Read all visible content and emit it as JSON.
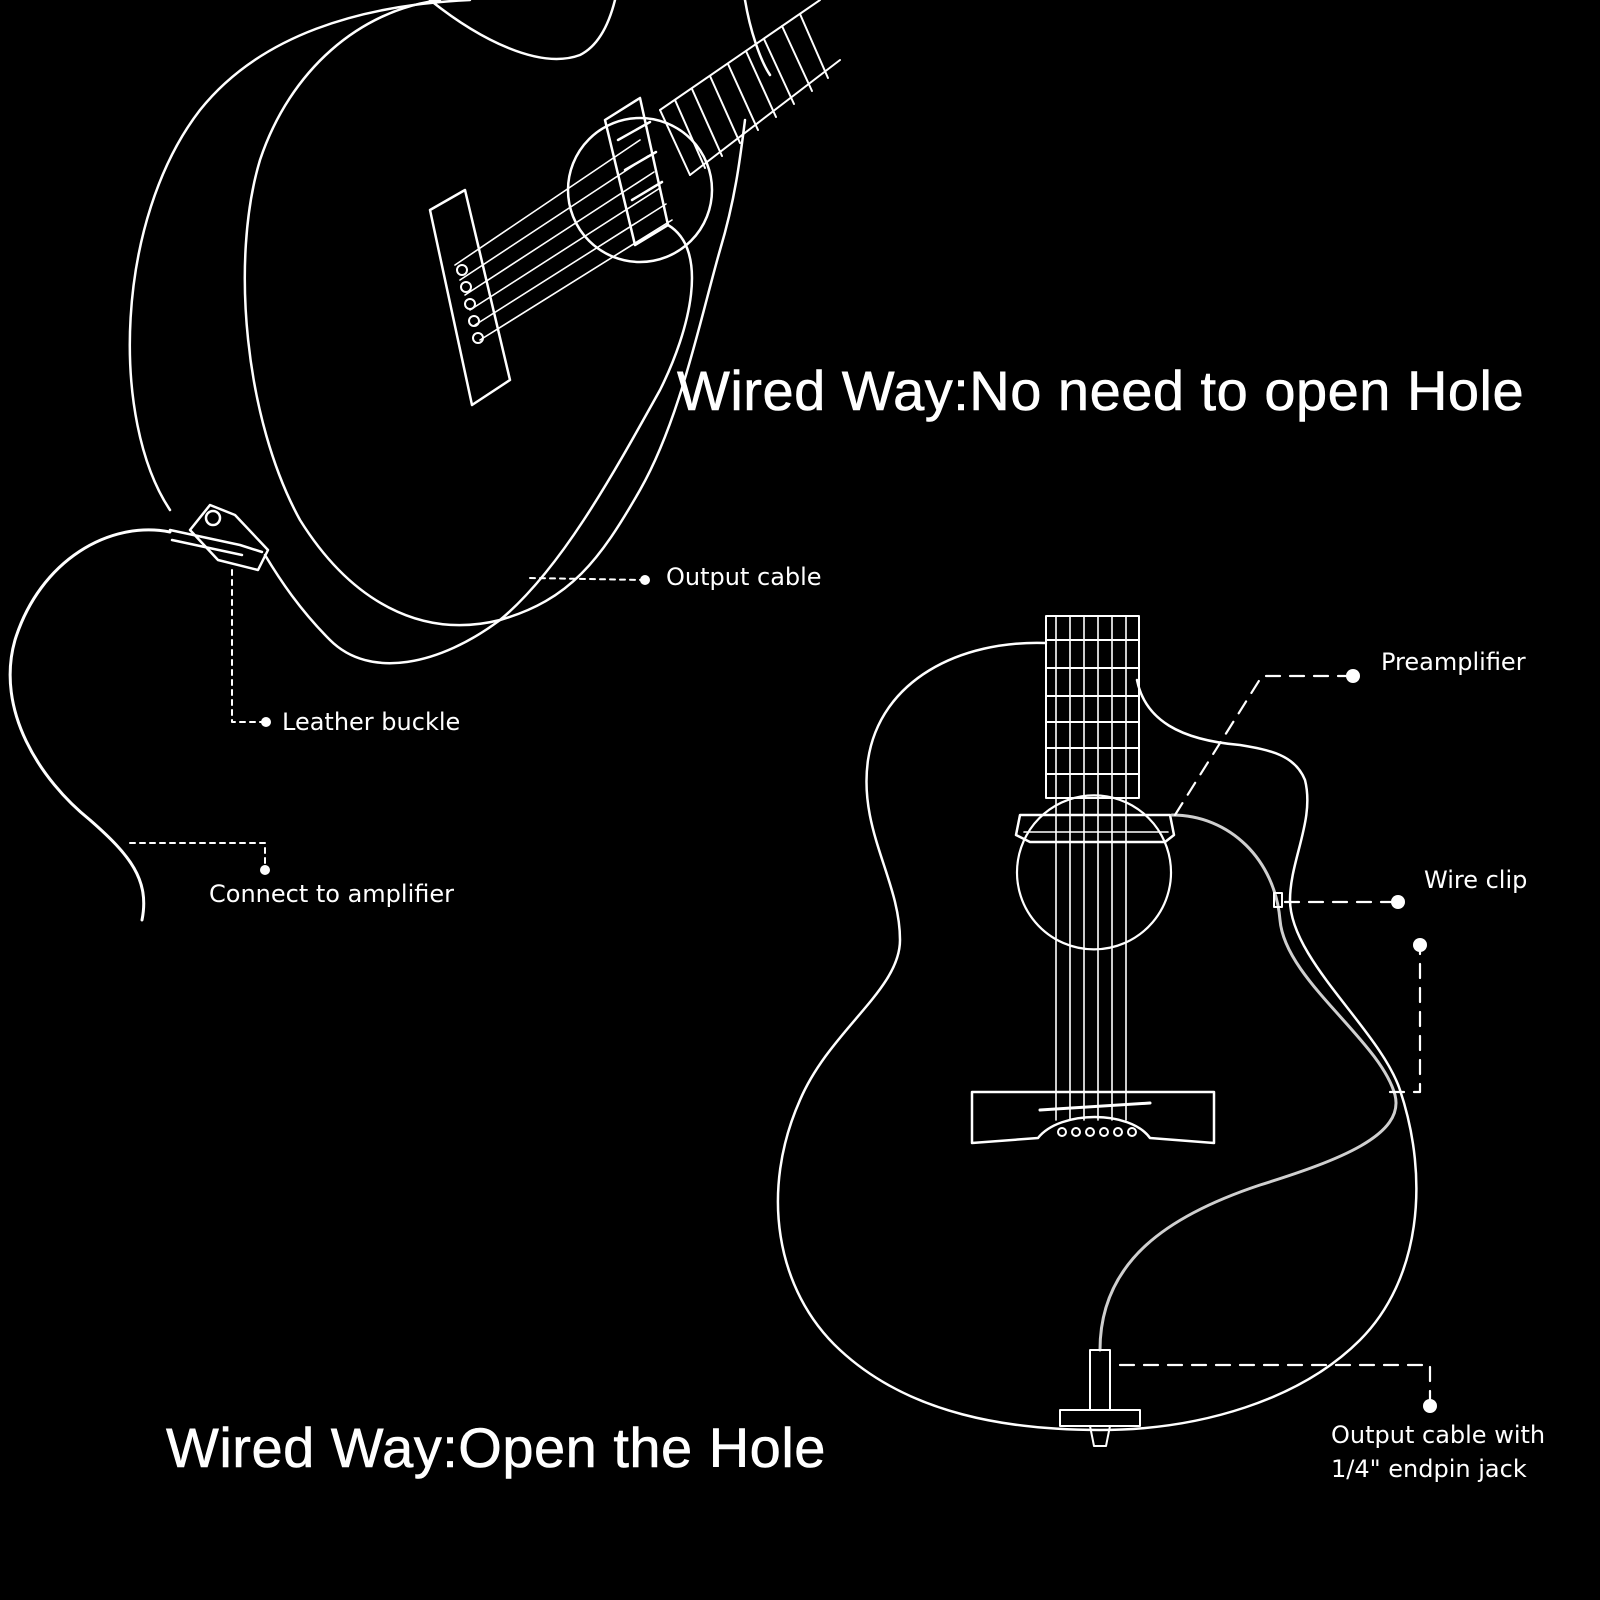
{
  "titles": {
    "top": "Wired Way:No need to open Hole",
    "bottom": "Wired Way:Open the Hole"
  },
  "callouts": {
    "output_cable": "Output cable",
    "leather_buckle": "Leather buckle",
    "connect_amp": "Connect to amplifier",
    "preamplifier": "Preamplifier",
    "wire_clip": "Wire clip",
    "output_endpin_line1": "Output cable with",
    "output_endpin_line2": "1/4\"   endpin jack"
  },
  "colors": {
    "background": "#000000",
    "lines": "#ffffff",
    "cable_gray": "#cfcfcf"
  }
}
